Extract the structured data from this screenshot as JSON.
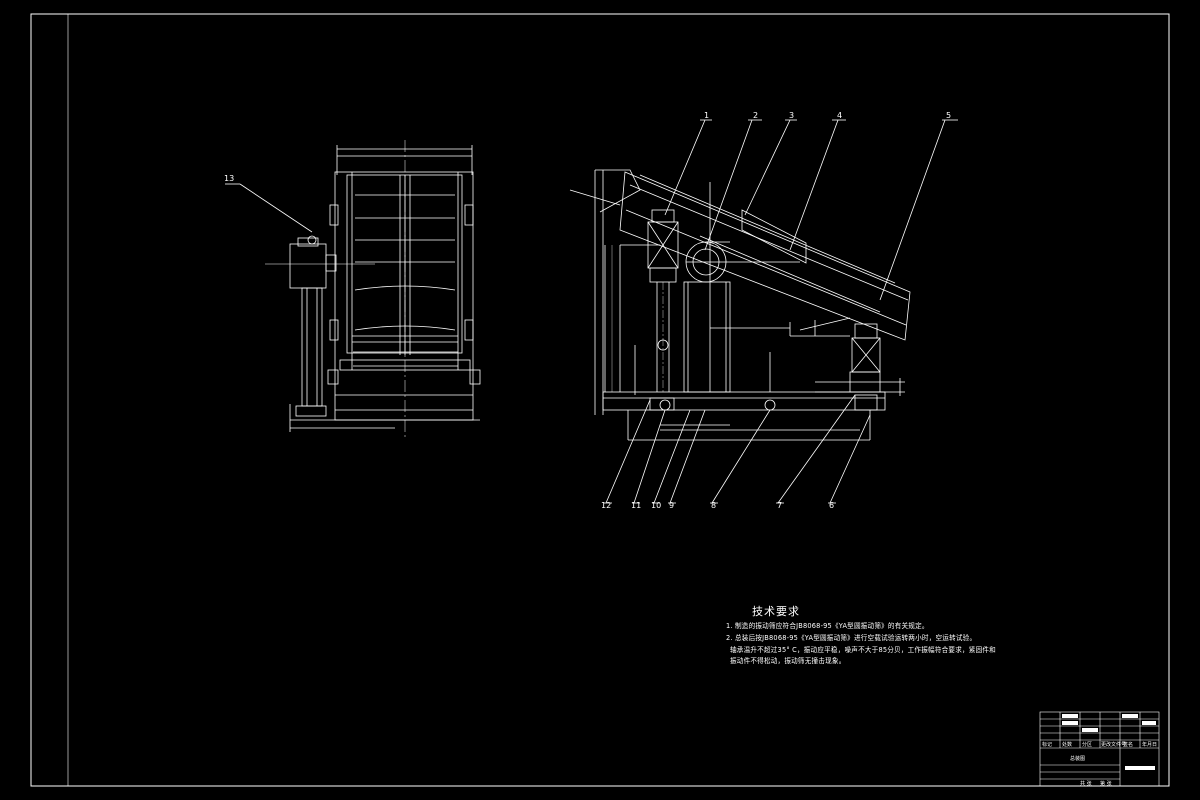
{
  "technical_requirements": {
    "title": "技术要求",
    "lines": [
      "1. 制造的振动筛应符合JB8068-95《YA型圆振动筛》的有关规定。",
      "2. 总装后按JB8068-95《YA型圆振动筛》进行空载试验运转两小时，空运转试验。",
      "轴承温升不超过35° C，振动应平稳，噪声不大于85分贝，工作振幅符合要求，紧固件和",
      "振动件不得松动，振动筛无撞击现象。"
    ]
  },
  "part_numbers": {
    "top": [
      "1",
      "2",
      "3",
      "4",
      "5"
    ],
    "bottom": [
      "12",
      "11",
      "10",
      "9",
      "8",
      "7",
      "6"
    ],
    "side": "13"
  },
  "title_block": {
    "drawing_name": "总装图",
    "header_labels": [
      "标记",
      "处数",
      "分区",
      "更改文件号",
      "签名",
      "年月日"
    ],
    "bottom_labels": [
      "共 张",
      "第 张"
    ]
  },
  "colors": {
    "background": "#000000",
    "line": "#ffffff"
  }
}
